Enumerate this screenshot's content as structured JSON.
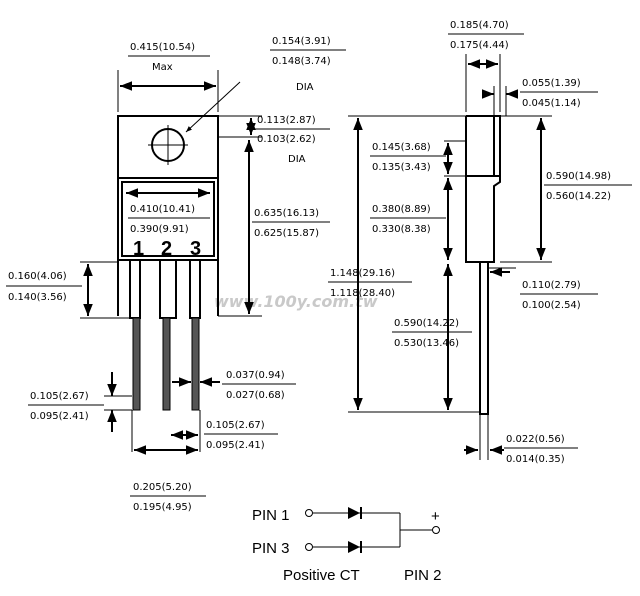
{
  "watermark": "www.100y.com.tw",
  "front_view": {
    "body_width_max": {
      "inch": "0.415(10.54)",
      "note": "Max"
    },
    "hole_dia_top": {
      "max": "0.154(3.91)",
      "min": "0.148(3.74)",
      "note": "DIA"
    },
    "hole_center": {
      "max": "0.113(2.87)",
      "min": "0.103(2.62)",
      "note": "DIA"
    },
    "inner_width": {
      "max": "0.410(10.41)",
      "min": "0.390(9.91)"
    },
    "body_height": {
      "max": "0.635(16.13)",
      "min": "0.625(15.87)"
    },
    "lead_shoulder": {
      "max": "0.160(4.06)",
      "min": "0.140(3.56)"
    },
    "lead_width": {
      "max": "0.037(0.94)",
      "min": "0.027(0.68)"
    },
    "lead_end": {
      "max": "0.105(2.67)",
      "min": "0.095(2.41)"
    },
    "pitch": {
      "max": "0.105(2.67)",
      "min": "0.095(2.41)"
    },
    "outer_pitch": {
      "max": "0.205(5.20)",
      "min": "0.195(4.95)"
    },
    "pin_numbers": [
      "1",
      "2",
      "3"
    ]
  },
  "side_view": {
    "thickness": {
      "max": "0.185(4.70)",
      "min": "0.175(4.44)"
    },
    "tab_thickness": {
      "max": "0.055(1.39)",
      "min": "0.045(1.14)"
    },
    "tab_offset": {
      "max": "0.145(3.68)",
      "min": "0.135(3.43)"
    },
    "upper_height": {
      "max": "0.590(14.98)",
      "min": "0.560(14.22)"
    },
    "mid_height": {
      "max": "0.380(8.89)",
      "min": "0.330(8.38)"
    },
    "total_length": {
      "max": "1.148(29.16)",
      "min": "1.118(28.40)"
    },
    "lead_offset": {
      "max": "0.110(2.79)",
      "min": "0.100(2.54)"
    },
    "lead_length": {
      "max": "0.590(14.22)",
      "min": "0.530(13.46)"
    },
    "lead_thickness": {
      "max": "0.022(0.56)",
      "min": "0.014(0.35)"
    }
  },
  "schematic": {
    "pin1": "PIN 1",
    "pin3": "PIN 3",
    "pin2": "PIN 2",
    "plus": "+",
    "caption": "Positive CT"
  }
}
